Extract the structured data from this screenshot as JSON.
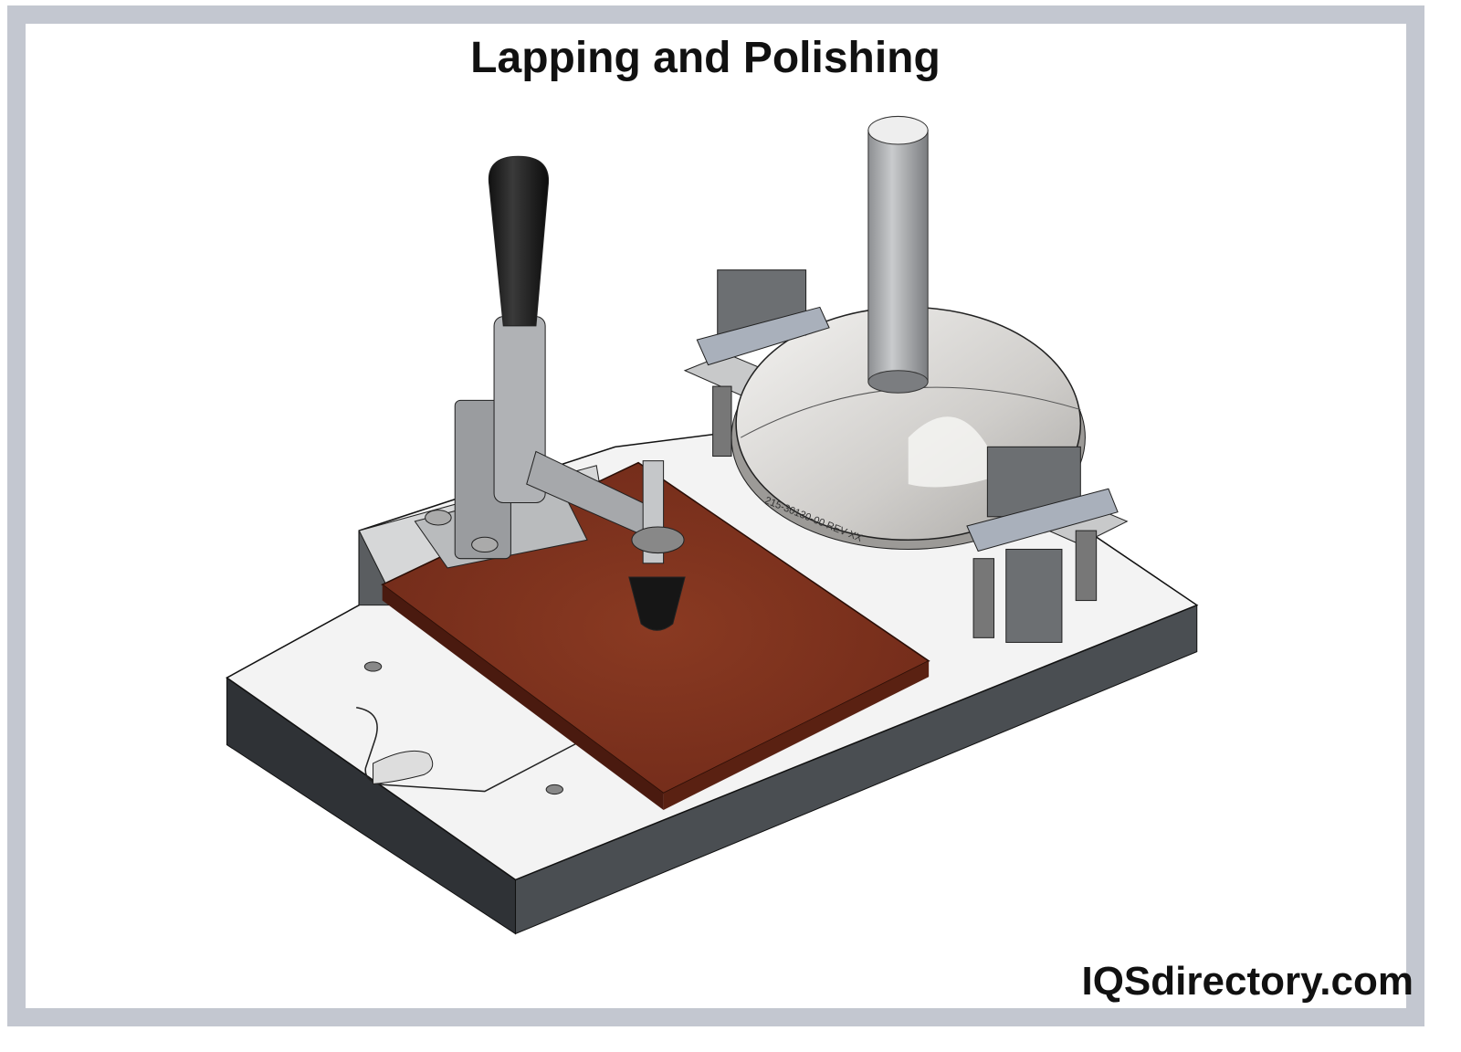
{
  "title": "Lapping and Polishing",
  "watermark": "IQSdirectory.com",
  "part_label": "215-30130-00 REV XX",
  "colors": {
    "border": "#c3c7d0",
    "plate": "#7a2f1c",
    "base_top": "#f2f2f2",
    "base_side": "#3a3d40"
  }
}
